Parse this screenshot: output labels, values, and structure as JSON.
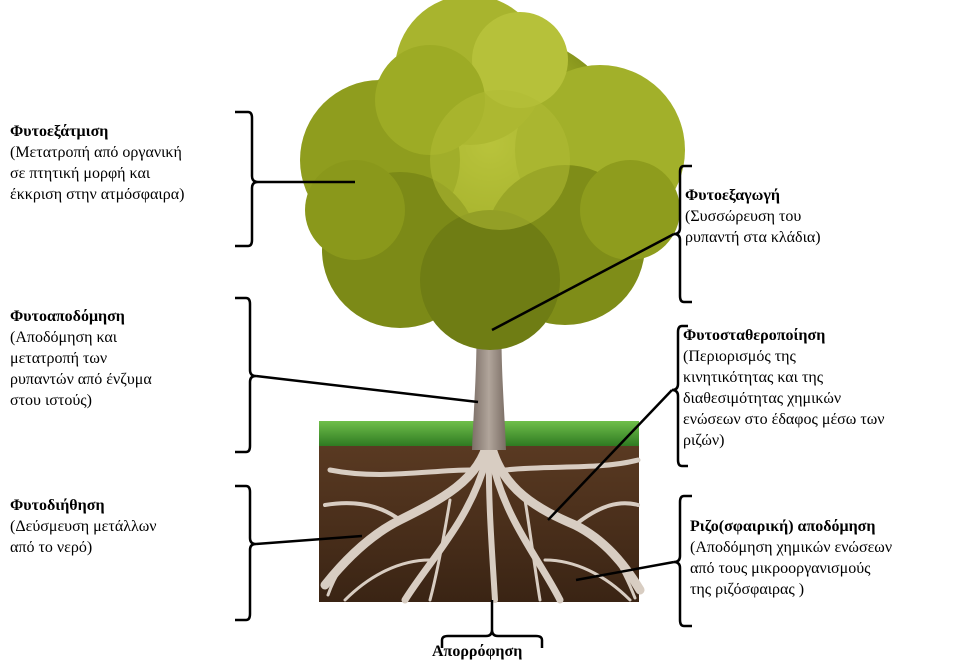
{
  "labels": {
    "phytovolatilization": {
      "title": "Φυτοεξάτμιση",
      "description": "(Μετατροπή από οργανική\nσε πτητική μορφή και\nέκκριση στην ατμόσφαιρα)"
    },
    "phytoextraction": {
      "title": "Φυτοεξαγωγή",
      "description": "(Συσσώρευση του\nρυπαντή στα κλάδια)"
    },
    "phytodegradation": {
      "title": "Φυτοαποδόμηση",
      "description": "(Αποδόμηση και\nμετατροπή των\nρυπαντών από ένζυμα\nστου ιστούς)"
    },
    "phytostabilization": {
      "title": "Φυτοσταθεροποίηση",
      "description": "(Περιορισμός της\nκινητικότητας και της\nδιαθεσιμότητας χημικών\nενώσεων στο έδαφος μέσω των\nριζών)"
    },
    "rhizofiltration": {
      "title": "Φυτοδιήθηση",
      "description": "(Δεύσμευση μετάλλων\nαπό το νερό)"
    },
    "rhizodegradation": {
      "title": "Ριζο(σφαιρική) αποδόμηση",
      "description": "(Αποδόμηση χημικών ενώσεων\nαπό τους μικροοργανισμούς\nτης ριζόσφαιρας )"
    },
    "absorption": {
      "title": "Απορρόφηση"
    }
  },
  "colors": {
    "foliage_dark": "#5f6d12",
    "foliage_mid": "#8c9a1c",
    "foliage_light": "#b9c43a",
    "trunk": "#9b8d83",
    "grass": "#3f8f2a",
    "soil": "#4a2e1a",
    "roots": "#d8cdc2"
  }
}
